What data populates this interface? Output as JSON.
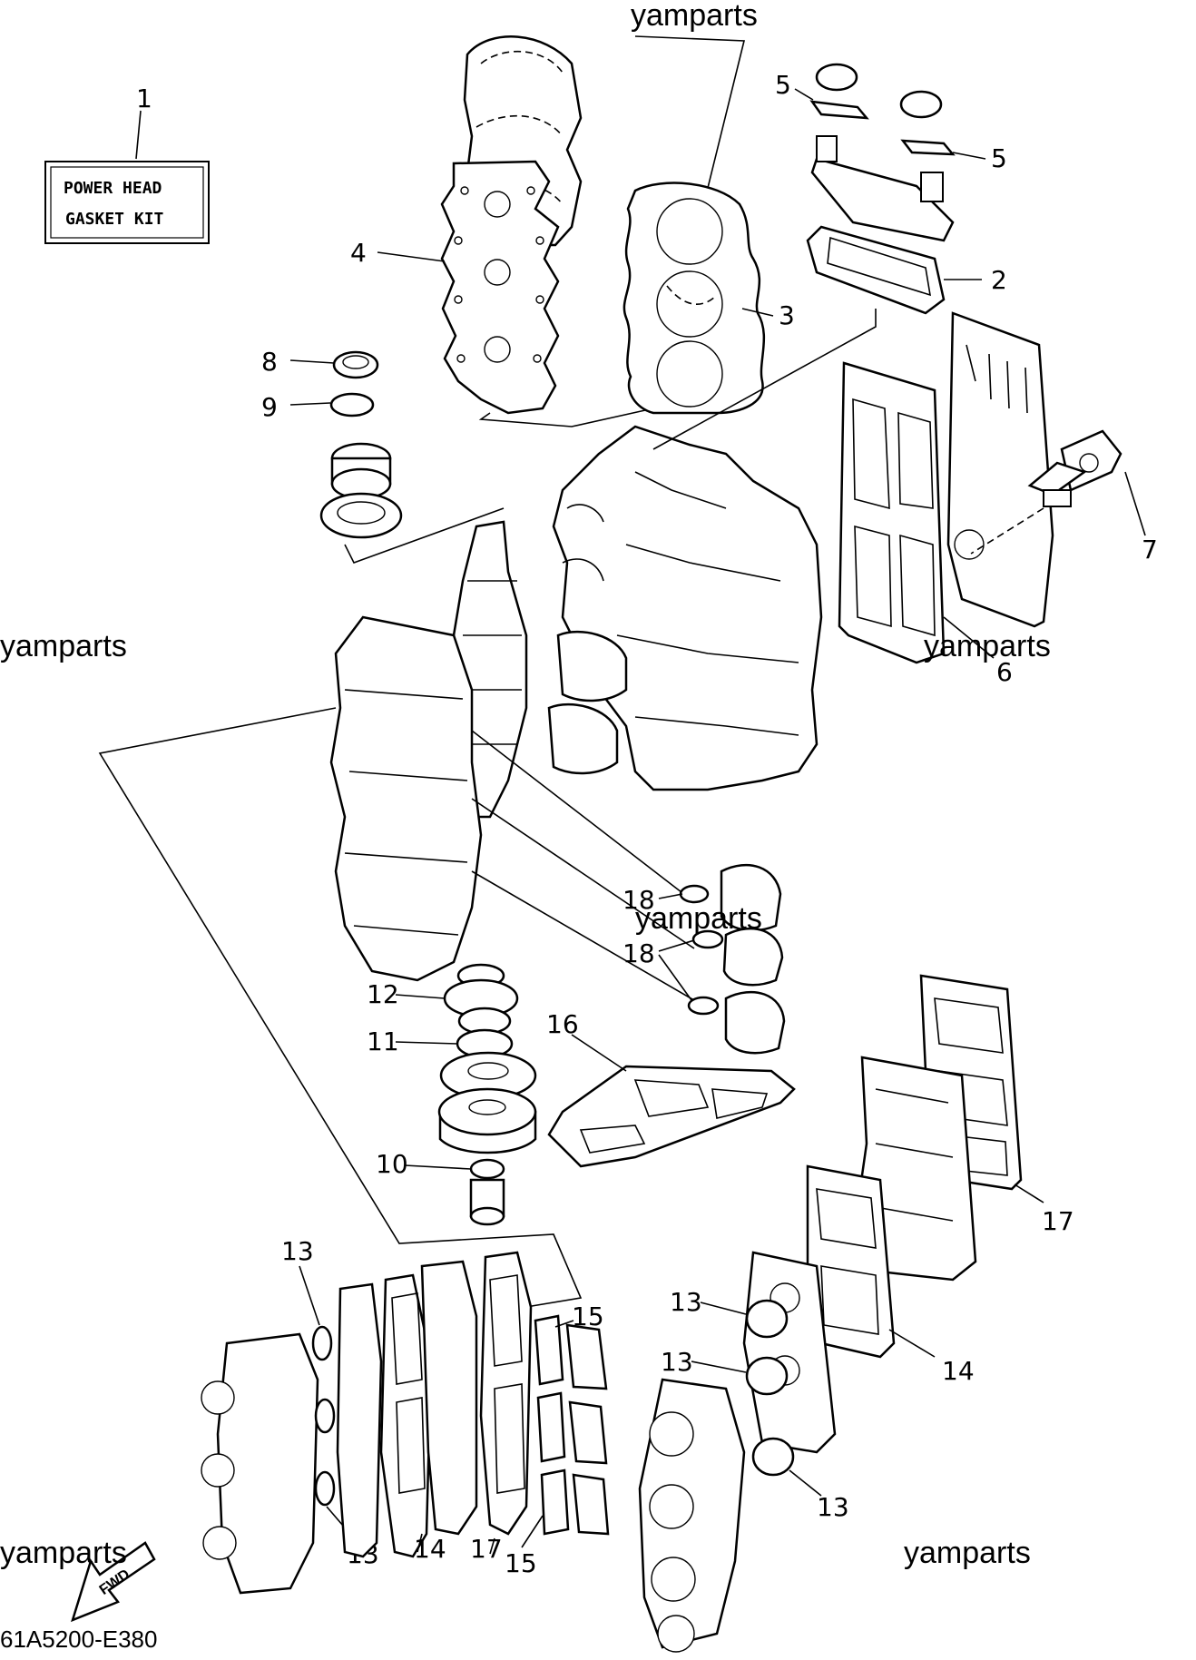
{
  "kit_box": {
    "index": "1",
    "line1": "POWER HEAD",
    "line2": "GASKET KIT"
  },
  "watermarks": [
    "yamparts",
    "yamparts",
    "yamparts",
    "yamparts",
    "yamparts",
    "yamparts"
  ],
  "diagram_code": "61A5200-E380",
  "fwd_marker": "FWD",
  "callouts": {
    "c2": "2",
    "c3": "3",
    "c4": "4",
    "c5a": "5",
    "c5b": "5",
    "c6": "6",
    "c7": "7",
    "c8": "8",
    "c9": "9",
    "c10": "10",
    "c11": "11",
    "c12": "12",
    "c13a": "13",
    "c13b": "13",
    "c13c": "13",
    "c13d": "13",
    "c13e": "13",
    "c14a": "14",
    "c14b": "14",
    "c15a": "15",
    "c15b": "15",
    "c16": "16",
    "c17a": "17",
    "c17b": "17",
    "c18a": "18",
    "c18b": "18"
  }
}
